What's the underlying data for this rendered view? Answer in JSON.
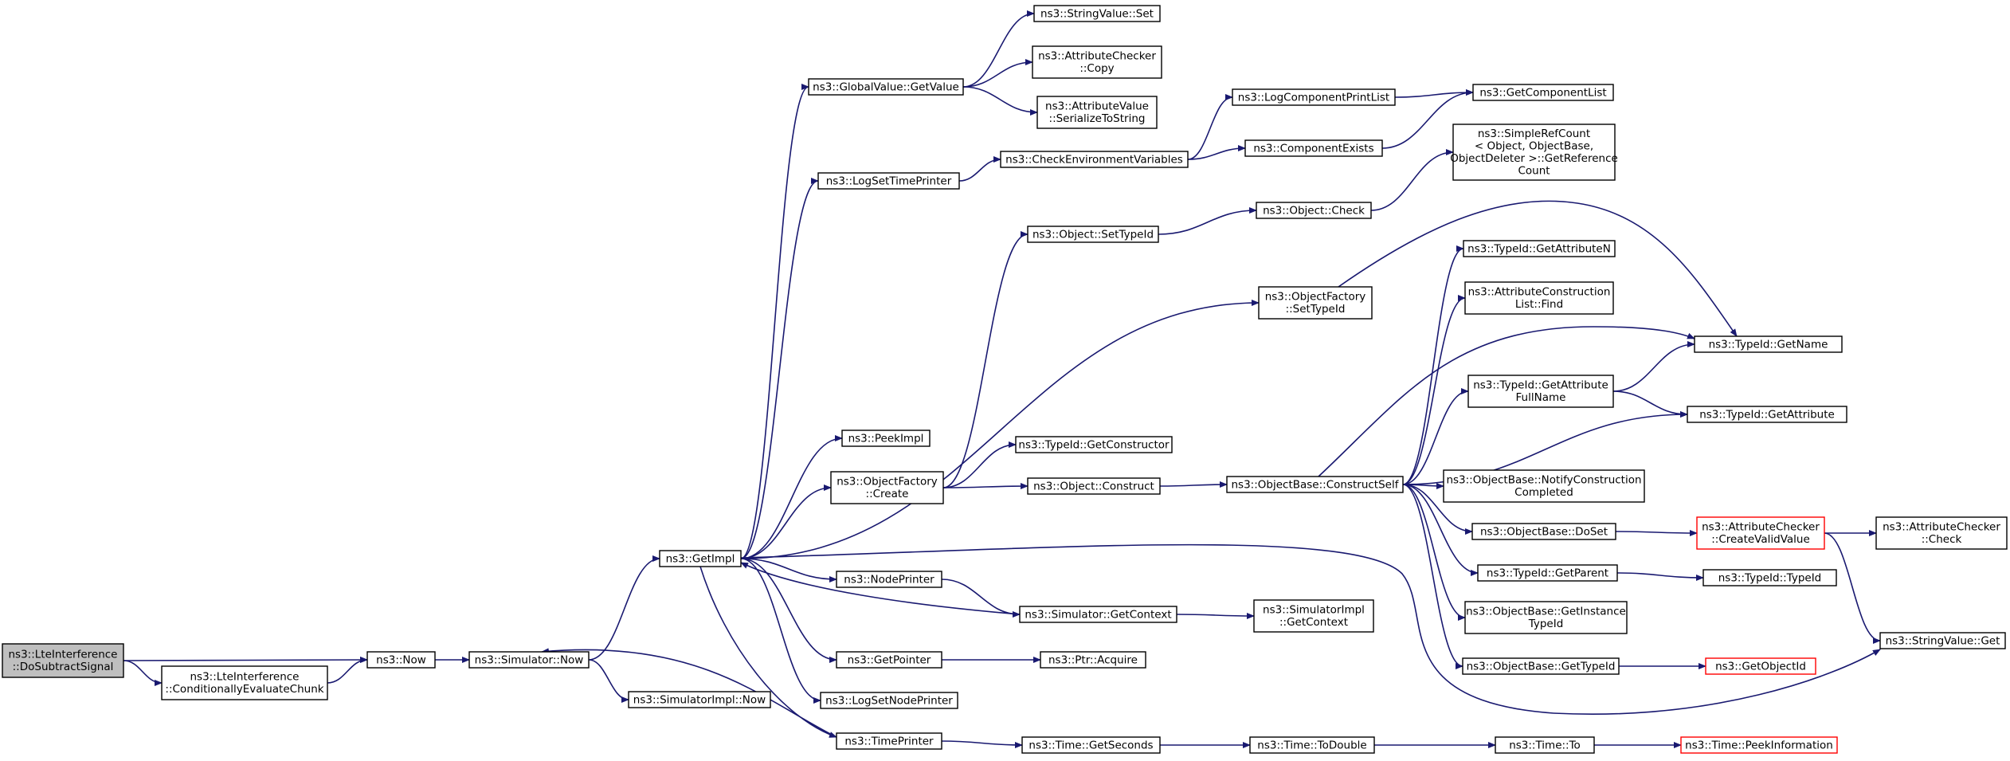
{
  "colors": {
    "edge": "#191970",
    "node_border": "#000000",
    "root_fill": "#bfbfbf",
    "truncated_border": "#ff0000"
  },
  "nodes": [
    {
      "id": "n1",
      "lines": [
        "ns3::LteInterference",
        "::DoSubtractSignal"
      ],
      "style": "root"
    },
    {
      "id": "n2",
      "lines": [
        "ns3::LteInterference",
        "::ConditionallyEvaluateChunk"
      ]
    },
    {
      "id": "n3",
      "lines": [
        "ns3::Now"
      ]
    },
    {
      "id": "n4",
      "lines": [
        "ns3::Simulator::Now"
      ]
    },
    {
      "id": "n5",
      "lines": [
        "ns3::SimulatorImpl::Now"
      ]
    },
    {
      "id": "n6",
      "lines": [
        "ns3::GetImpl"
      ]
    },
    {
      "id": "n7",
      "lines": [
        "ns3::GlobalValue::GetValue"
      ]
    },
    {
      "id": "n8",
      "lines": [
        "ns3::StringValue::Set"
      ]
    },
    {
      "id": "n9",
      "lines": [
        "ns3::AttributeChecker",
        "::Copy"
      ]
    },
    {
      "id": "n10",
      "lines": [
        "ns3::AttributeValue",
        "::SerializeToString"
      ]
    },
    {
      "id": "n11",
      "lines": [
        "ns3::LogSetTimePrinter"
      ]
    },
    {
      "id": "n12",
      "lines": [
        "ns3::CheckEnvironmentVariables"
      ]
    },
    {
      "id": "n13",
      "lines": [
        "ns3::LogComponentPrintList"
      ]
    },
    {
      "id": "n14",
      "lines": [
        "ns3::GetComponentList"
      ]
    },
    {
      "id": "n15",
      "lines": [
        "ns3::ComponentExists"
      ]
    },
    {
      "id": "n16",
      "lines": [
        "ns3::Object::SetTypeId"
      ]
    },
    {
      "id": "n17",
      "lines": [
        "ns3::Object::Check"
      ]
    },
    {
      "id": "n18",
      "lines": [
        "ns3::SimpleRefCount",
        "< Object, ObjectBase,",
        "ObjectDeleter >::GetReference",
        "Count"
      ]
    },
    {
      "id": "n19",
      "lines": [
        "ns3::ObjectFactory",
        "::SetTypeId"
      ]
    },
    {
      "id": "n20",
      "lines": [
        "ns3::TypeId::GetAttributeN"
      ]
    },
    {
      "id": "n21",
      "lines": [
        "ns3::AttributeConstruction",
        "List::Find"
      ]
    },
    {
      "id": "n22",
      "lines": [
        "ns3::TypeId::GetName"
      ]
    },
    {
      "id": "n23",
      "lines": [
        "ns3::TypeId::GetAttribute",
        "FullName"
      ]
    },
    {
      "id": "n24",
      "lines": [
        "ns3::TypeId::GetAttribute"
      ]
    },
    {
      "id": "n25",
      "lines": [
        "ns3::PeekImpl"
      ]
    },
    {
      "id": "n26",
      "lines": [
        "ns3::ObjectFactory",
        "::Create"
      ]
    },
    {
      "id": "n27",
      "lines": [
        "ns3::TypeId::GetConstructor"
      ]
    },
    {
      "id": "n28",
      "lines": [
        "ns3::Object::Construct"
      ]
    },
    {
      "id": "n29",
      "lines": [
        "ns3::ObjectBase::ConstructSelf"
      ]
    },
    {
      "id": "n30",
      "lines": [
        "ns3::ObjectBase::NotifyConstruction",
        "Completed"
      ]
    },
    {
      "id": "n31",
      "lines": [
        "ns3::ObjectBase::DoSet"
      ]
    },
    {
      "id": "n32",
      "lines": [
        "ns3::AttributeChecker",
        "::CreateValidValue"
      ],
      "style": "red"
    },
    {
      "id": "n33",
      "lines": [
        "ns3::AttributeChecker",
        "::Check"
      ]
    },
    {
      "id": "n34",
      "lines": [
        "ns3::TypeId::GetParent"
      ]
    },
    {
      "id": "n35",
      "lines": [
        "ns3::TypeId::TypeId"
      ]
    },
    {
      "id": "n36",
      "lines": [
        "ns3::NodePrinter"
      ]
    },
    {
      "id": "n37",
      "lines": [
        "ns3::Simulator::GetContext"
      ]
    },
    {
      "id": "n38",
      "lines": [
        "ns3::SimulatorImpl",
        "::GetContext"
      ]
    },
    {
      "id": "n39",
      "lines": [
        "ns3::ObjectBase::GetInstance",
        "TypeId"
      ]
    },
    {
      "id": "n40",
      "lines": [
        "ns3::StringValue::Get"
      ]
    },
    {
      "id": "n41",
      "lines": [
        "ns3::ObjectBase::GetTypeId"
      ]
    },
    {
      "id": "n42",
      "lines": [
        "ns3::GetObjectId"
      ],
      "style": "red"
    },
    {
      "id": "n43",
      "lines": [
        "ns3::GetPointer"
      ]
    },
    {
      "id": "n44",
      "lines": [
        "ns3::Ptr::Acquire"
      ]
    },
    {
      "id": "n45",
      "lines": [
        "ns3::LogSetNodePrinter"
      ]
    },
    {
      "id": "n46",
      "lines": [
        "ns3::TimePrinter"
      ]
    },
    {
      "id": "n47",
      "lines": [
        "ns3::Time::GetSeconds"
      ]
    },
    {
      "id": "n48",
      "lines": [
        "ns3::Time::ToDouble"
      ]
    },
    {
      "id": "n49",
      "lines": [
        "ns3::Time::To"
      ]
    },
    {
      "id": "n50",
      "lines": [
        "ns3::Time::PeekInformation"
      ],
      "style": "red"
    }
  ],
  "edges": [
    {
      "from": "n1",
      "to": "n2"
    },
    {
      "from": "n1",
      "to": "n3"
    },
    {
      "from": "n2",
      "to": "n3"
    },
    {
      "from": "n3",
      "to": "n4"
    },
    {
      "from": "n4",
      "to": "n5"
    },
    {
      "from": "n4",
      "to": "n6"
    },
    {
      "from": "n6",
      "to": "n7"
    },
    {
      "from": "n6",
      "to": "n11"
    },
    {
      "from": "n6",
      "to": "n19"
    },
    {
      "from": "n6",
      "to": "n25"
    },
    {
      "from": "n6",
      "to": "n26"
    },
    {
      "from": "n6",
      "to": "n36"
    },
    {
      "from": "n6",
      "to": "n43"
    },
    {
      "from": "n6",
      "to": "n45"
    },
    {
      "from": "n6",
      "to": "n46"
    },
    {
      "from": "n6",
      "to": "n40"
    },
    {
      "from": "n7",
      "to": "n8"
    },
    {
      "from": "n7",
      "to": "n9"
    },
    {
      "from": "n7",
      "to": "n10"
    },
    {
      "from": "n11",
      "to": "n12"
    },
    {
      "from": "n12",
      "to": "n13"
    },
    {
      "from": "n12",
      "to": "n15"
    },
    {
      "from": "n13",
      "to": "n14"
    },
    {
      "from": "n15",
      "to": "n14"
    },
    {
      "from": "n16",
      "to": "n17"
    },
    {
      "from": "n17",
      "to": "n18"
    },
    {
      "from": "n19",
      "to": "n22"
    },
    {
      "from": "n26",
      "to": "n16"
    },
    {
      "from": "n26",
      "to": "n27"
    },
    {
      "from": "n26",
      "to": "n28"
    },
    {
      "from": "n28",
      "to": "n29"
    },
    {
      "from": "n29",
      "to": "n20"
    },
    {
      "from": "n29",
      "to": "n21"
    },
    {
      "from": "n29",
      "to": "n22"
    },
    {
      "from": "n29",
      "to": "n23"
    },
    {
      "from": "n29",
      "to": "n24"
    },
    {
      "from": "n29",
      "to": "n30"
    },
    {
      "from": "n29",
      "to": "n31"
    },
    {
      "from": "n29",
      "to": "n34"
    },
    {
      "from": "n29",
      "to": "n39"
    },
    {
      "from": "n29",
      "to": "n41"
    },
    {
      "from": "n23",
      "to": "n22"
    },
    {
      "from": "n23",
      "to": "n24"
    },
    {
      "from": "n31",
      "to": "n32"
    },
    {
      "from": "n32",
      "to": "n33"
    },
    {
      "from": "n32",
      "to": "n40"
    },
    {
      "from": "n34",
      "to": "n35"
    },
    {
      "from": "n36",
      "to": "n37"
    },
    {
      "from": "n37",
      "to": "n6"
    },
    {
      "from": "n37",
      "to": "n38"
    },
    {
      "from": "n41",
      "to": "n42"
    },
    {
      "from": "n43",
      "to": "n44"
    },
    {
      "from": "n46",
      "to": "n4"
    },
    {
      "from": "n46",
      "to": "n47"
    },
    {
      "from": "n47",
      "to": "n48"
    },
    {
      "from": "n48",
      "to": "n49"
    },
    {
      "from": "n49",
      "to": "n50"
    }
  ]
}
